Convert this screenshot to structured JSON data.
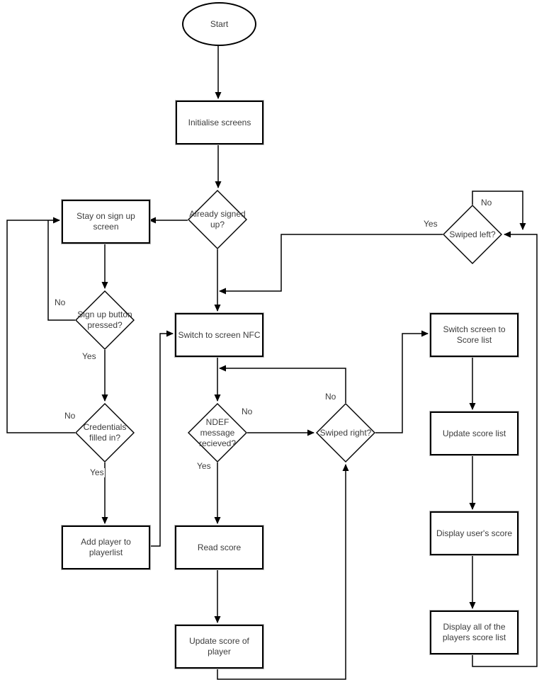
{
  "diagram": {
    "type": "flowchart",
    "background_color": "#ffffff",
    "shape_fill": "#ffffff",
    "shape_stroke": "#000000",
    "text_color": "#3c3c3c"
  },
  "nodes": {
    "start": {
      "shape": "ellipse",
      "label": "Start"
    },
    "init_screens": {
      "shape": "rectangle",
      "label": "Initialise screens"
    },
    "already_signed_up": {
      "shape": "diamond",
      "label": "Already signed up?"
    },
    "stay_signup": {
      "shape": "rectangle",
      "label": "Stay on sign up screen"
    },
    "signup_pressed": {
      "shape": "diamond",
      "label": "Sign up button pressed?"
    },
    "credentials_filled": {
      "shape": "diamond",
      "label": "Credentials filled in?"
    },
    "add_player": {
      "shape": "rectangle",
      "label": "Add player to playerlist"
    },
    "switch_nfc": {
      "shape": "rectangle",
      "label": "Switch to screen NFC"
    },
    "ndef_received": {
      "shape": "diamond",
      "label": "NDEF message recieved?"
    },
    "swiped_right": {
      "shape": "diamond",
      "label": "Swiped right?"
    },
    "swiped_left": {
      "shape": "diamond",
      "label": "Swiped left?"
    },
    "switch_score_list": {
      "shape": "rectangle",
      "label": "Switch screen to Score list"
    },
    "update_score_list": {
      "shape": "rectangle",
      "label": "Update score list"
    },
    "display_user_score": {
      "shape": "rectangle",
      "label": "Display user's score"
    },
    "display_all_scores": {
      "shape": "rectangle",
      "label": "Display all of the players score list"
    },
    "read_score": {
      "shape": "rectangle",
      "label": "Read score"
    },
    "update_player_score": {
      "shape": "rectangle",
      "label": "Update score of player"
    }
  },
  "edge_labels": {
    "signup_pressed_no": "No",
    "signup_pressed_yes": "Yes",
    "credentials_no": "No",
    "credentials_yes": "Yes",
    "ndef_no": "No",
    "ndef_yes": "Yes",
    "swiped_right_no": "No",
    "swiped_left_no": "No",
    "swiped_left_yes": "Yes"
  }
}
